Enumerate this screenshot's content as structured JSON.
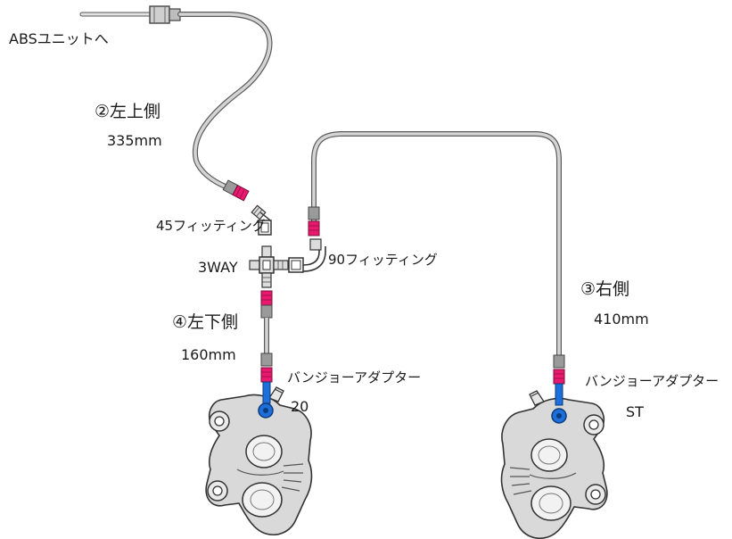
{
  "labels": {
    "abs_unit": "ABSユニットへ",
    "left_upper_name": "②左上側",
    "left_upper_length": "335mm",
    "fitting_45": "45フィッティング",
    "fitting_90": "90フィッティング",
    "three_way": "3WAY",
    "left_lower_name": "④左下側",
    "left_lower_length": "160mm",
    "right_name": "③右側",
    "right_length": "410mm",
    "banjo_left_name": "バンジョーアダプター",
    "banjo_left_code": "20",
    "banjo_right_name": "バンジョーアダプター",
    "banjo_right_code": "ST"
  },
  "colors": {
    "hose": "#cfcfcf",
    "hose_outline": "#5a5a5a",
    "fitting_end": "#e8196e",
    "banjo_adapter": "#1e6fd9",
    "caliper": "#d9d9d9",
    "caliper_outline": "#333333"
  }
}
